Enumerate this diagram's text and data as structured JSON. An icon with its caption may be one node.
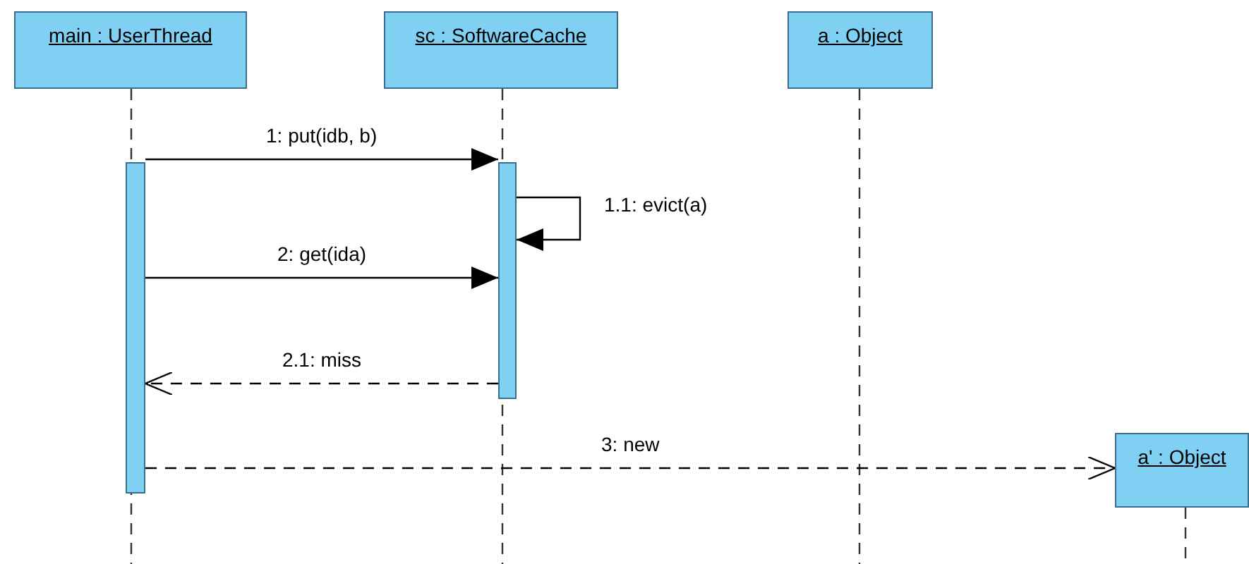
{
  "diagram": {
    "nodes": [
      {
        "text": [
          "main : UserThread"
        ]
      },
      {
        "text": [
          "sc : SoftwareCache"
        ]
      },
      {
        "text": [
          "a : Object"
        ]
      },
      {
        "text": [
          "a' : Object"
        ]
      },
      {
        "text": [],
        "shape": "bar"
      },
      {
        "text": [],
        "shape": "bar"
      }
    ],
    "edges": [
      {
        "from": 4,
        "to": 5,
        "arrow": "to",
        "label": "1: put(idb, b)"
      },
      {
        "from": 5,
        "to": 5,
        "arrow": "to",
        "label": "1.1: evict(a)"
      },
      {
        "from": 4,
        "to": 5,
        "arrow": "to",
        "label": "2: get(ida)"
      },
      {
        "from": 5,
        "to": 4,
        "arrow": "to",
        "label": "2.1: miss",
        "style": "dashed"
      },
      {
        "from": 4,
        "to": 3,
        "arrow": "to",
        "label": "3: new",
        "style": "dashed"
      }
    ]
  }
}
